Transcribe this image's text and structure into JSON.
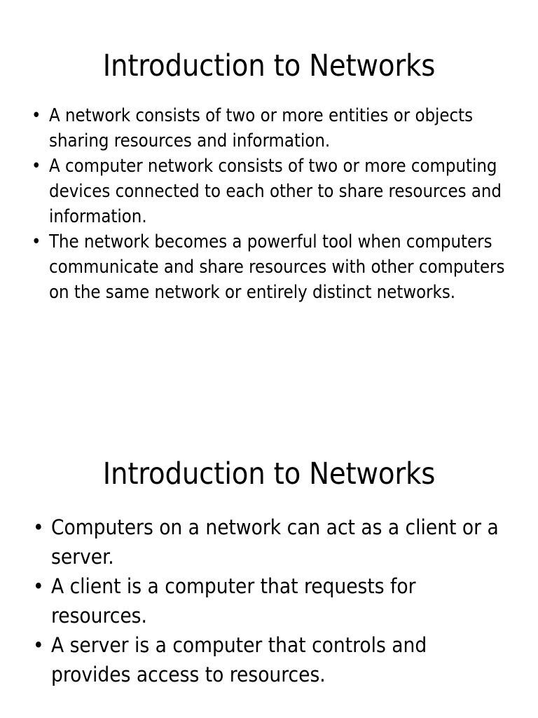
{
  "document": {
    "background_color": "#ffffff",
    "text_color": "#000000",
    "bullet_glyph": "•"
  },
  "slides": [
    {
      "title": "Introduction to Networks",
      "bullets": [
        "A network consists of two or more entities or objects sharing resources and information.",
        "A computer network consists of two or more computing devices connected to each other to share resources and information.",
        "The network becomes a powerful tool when computers communicate and share resources with other computers on the same network or entirely distinct networks."
      ]
    },
    {
      "title": "Introduction to Networks",
      "bullets": [
        "Computers on a network can act as a client or a server.",
        "A client is a computer that requests for resources.",
        "A server is a computer that controls and provides access to resources."
      ]
    }
  ]
}
